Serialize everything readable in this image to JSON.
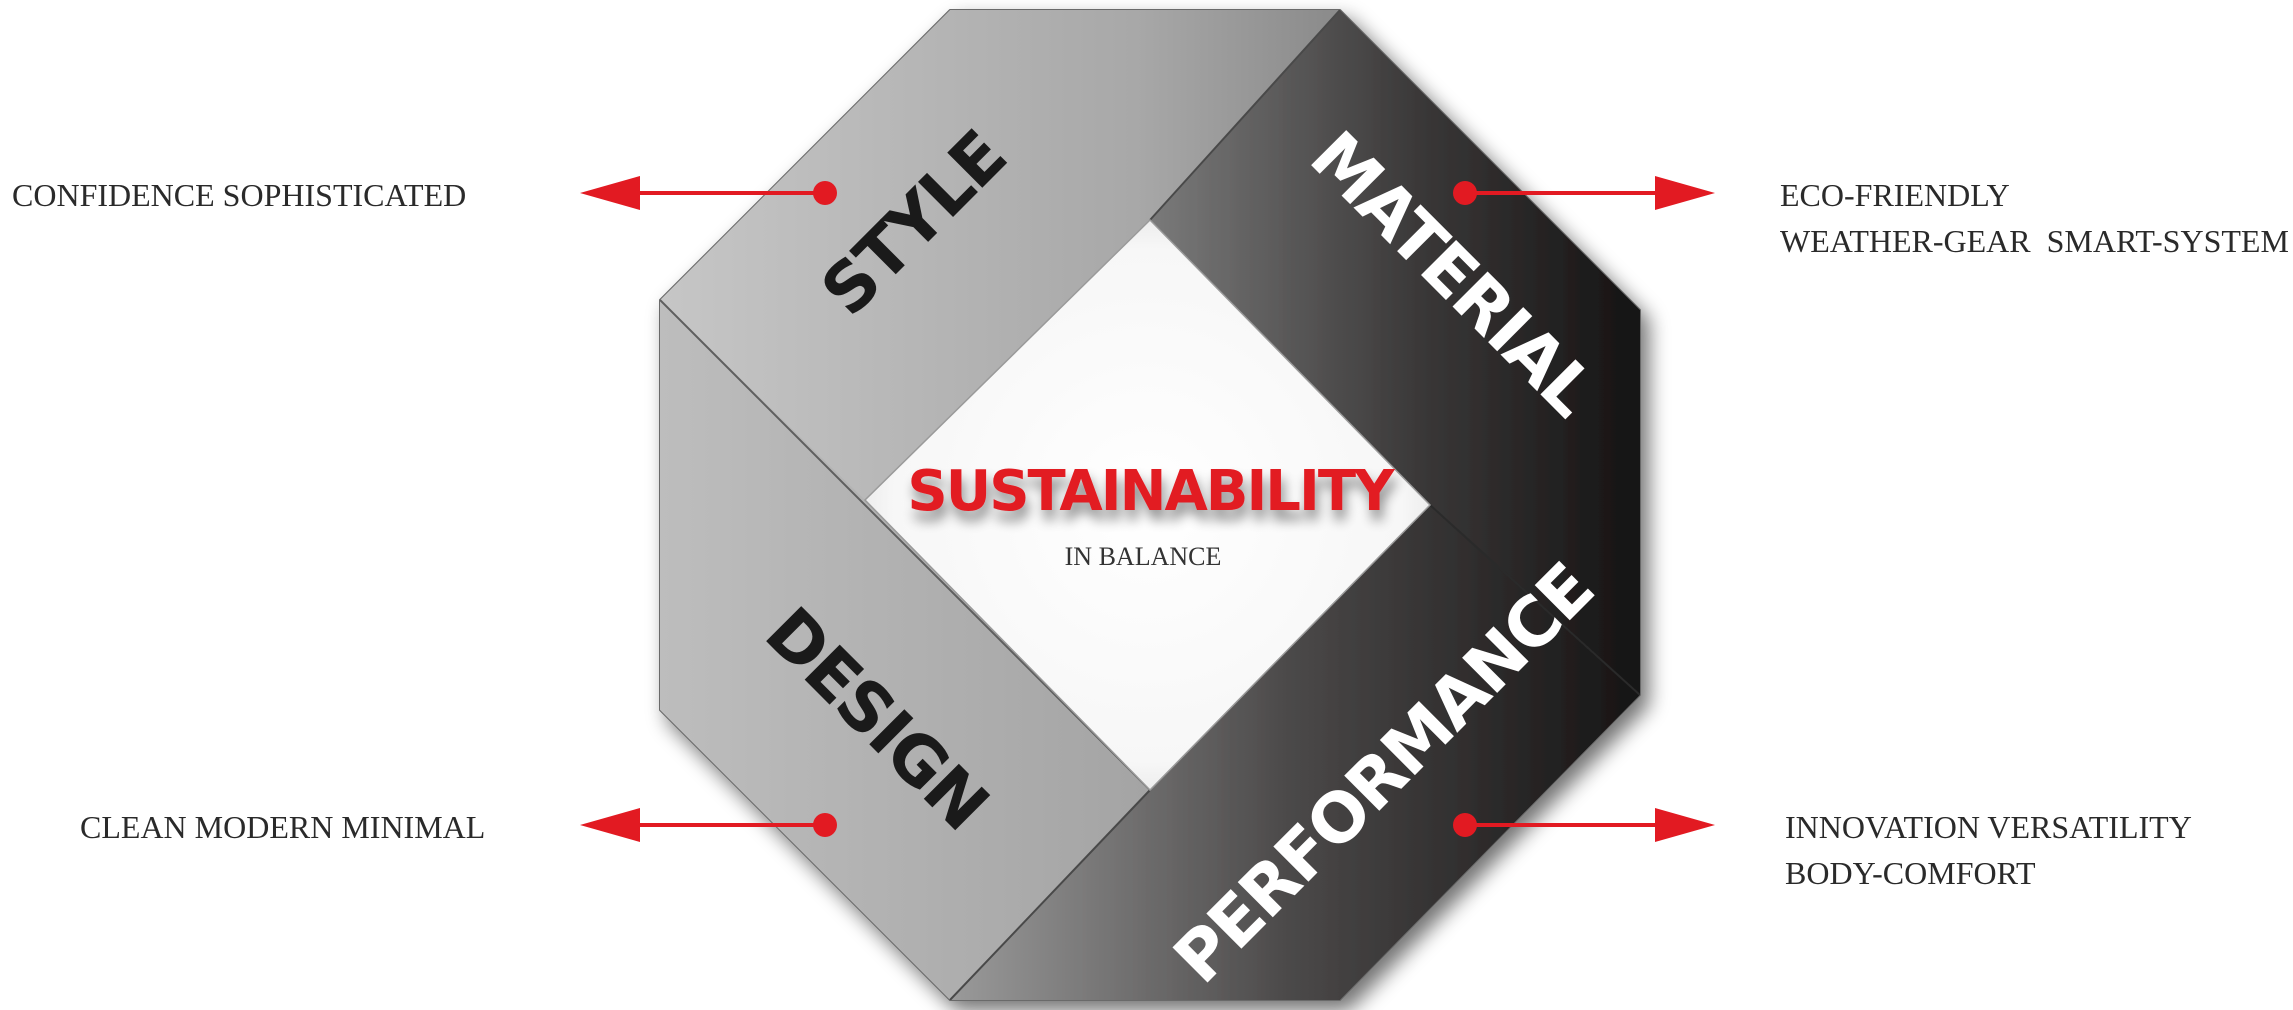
{
  "center": {
    "title": "SUSTAINABILITY",
    "subtitle": "IN BALANCE"
  },
  "bands": {
    "style": "STYLE",
    "material": "MATERIAL",
    "design": "DESIGN",
    "performance": "PERFORMANCE"
  },
  "annotations": {
    "top_left": [
      "CONFIDENCE SOPHISTICATED"
    ],
    "top_right": [
      "ECO-FRIENDLY",
      "WEATHER-GEAR  SMART-SYSTEM"
    ],
    "bottom_left": [
      "CLEAN MODERN MINIMAL"
    ],
    "bottom_right": [
      "INNOVATION VERSATILITY",
      "BODY-COMFORT"
    ]
  },
  "colors": {
    "accent_red": "#e21a22",
    "band_light": "#b3b3b3",
    "band_dark": "#161414"
  }
}
